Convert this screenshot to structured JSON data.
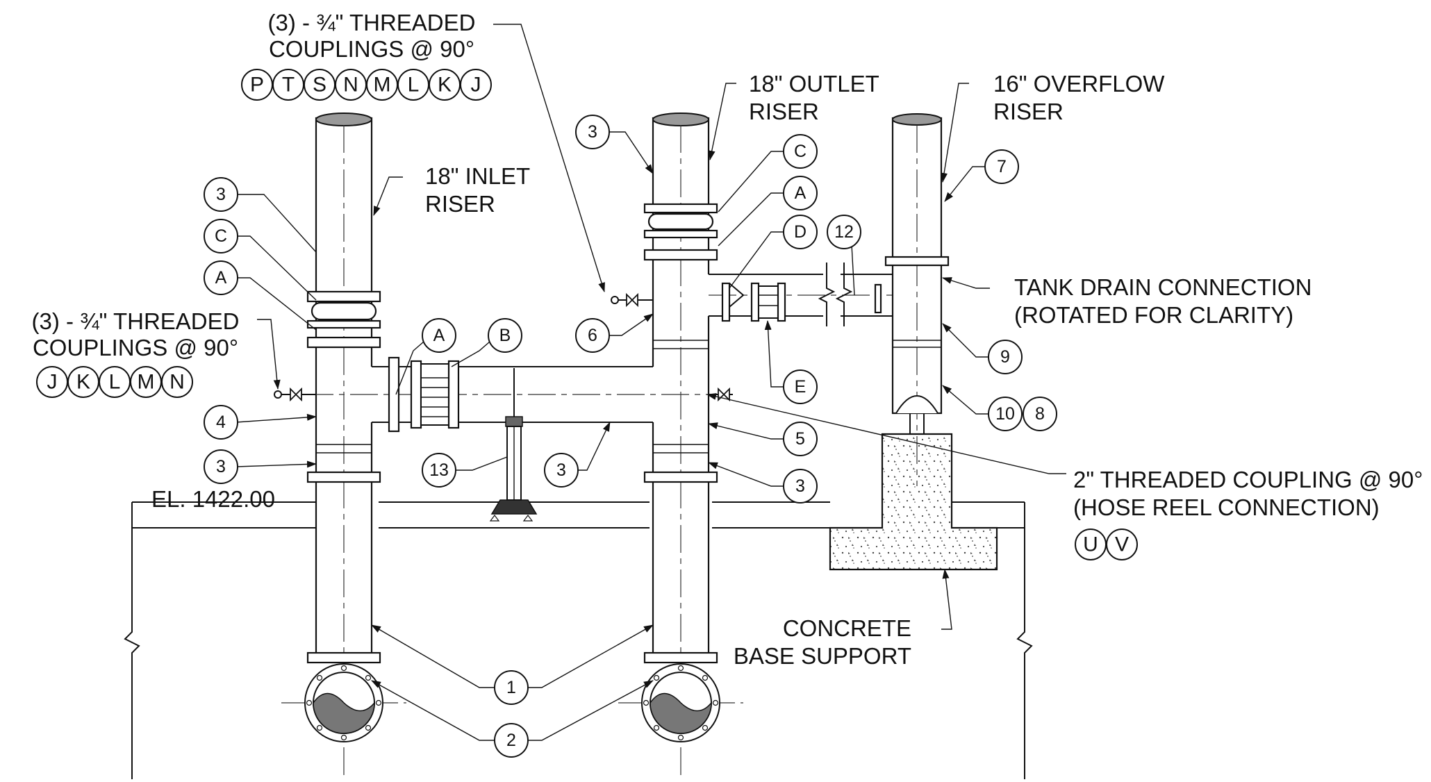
{
  "labels": {
    "coup_top_l1": "(3) - ¾\" THREADED",
    "coup_top_l2": "COUPLINGS @ 90°",
    "coup_top_letters": [
      "P",
      "T",
      "S",
      "N",
      "M",
      "L",
      "K",
      "J"
    ],
    "coup_left_l1": "(3) - ¾\" THREADED",
    "coup_left_l2": "COUPLINGS @ 90°",
    "coup_left_letters": [
      "J",
      "K",
      "L",
      "M",
      "N"
    ],
    "inlet_l1": "18\" INLET",
    "inlet_l2": "RISER",
    "outlet_l1": "18\" OUTLET",
    "outlet_l2": "RISER",
    "overflow_l1": "16\" OVERFLOW",
    "overflow_l2": "RISER",
    "drain_l1": "TANK DRAIN CONNECTION",
    "drain_l2": "(ROTATED FOR CLARITY)",
    "hose_l1": "2\" THREADED COUPLING @ 90°",
    "hose_l2": "(HOSE REEL CONNECTION)",
    "hose_letters": [
      "U",
      "V"
    ],
    "elevation": "EL. 1422.00",
    "concrete_l1": "CONCRETE",
    "concrete_l2": "BASE SUPPORT"
  },
  "callouts": {
    "b3_inlet_top": "3",
    "bC_inlet": "C",
    "bA_inlet": "A",
    "b4": "4",
    "b3_inlet_low": "3",
    "bA_mid": "A",
    "bB": "B",
    "b13": "13",
    "b3_horiz": "3",
    "b3_outlet_top": "3",
    "bC_outlet": "C",
    "bA_outlet": "A",
    "bD": "D",
    "b12": "12",
    "b6": "6",
    "bE": "E",
    "b5": "5",
    "b3_outlet_low": "3",
    "b7": "7",
    "b9": "9",
    "b10": "10",
    "b8": "8",
    "b1": "1",
    "b2": "2"
  }
}
